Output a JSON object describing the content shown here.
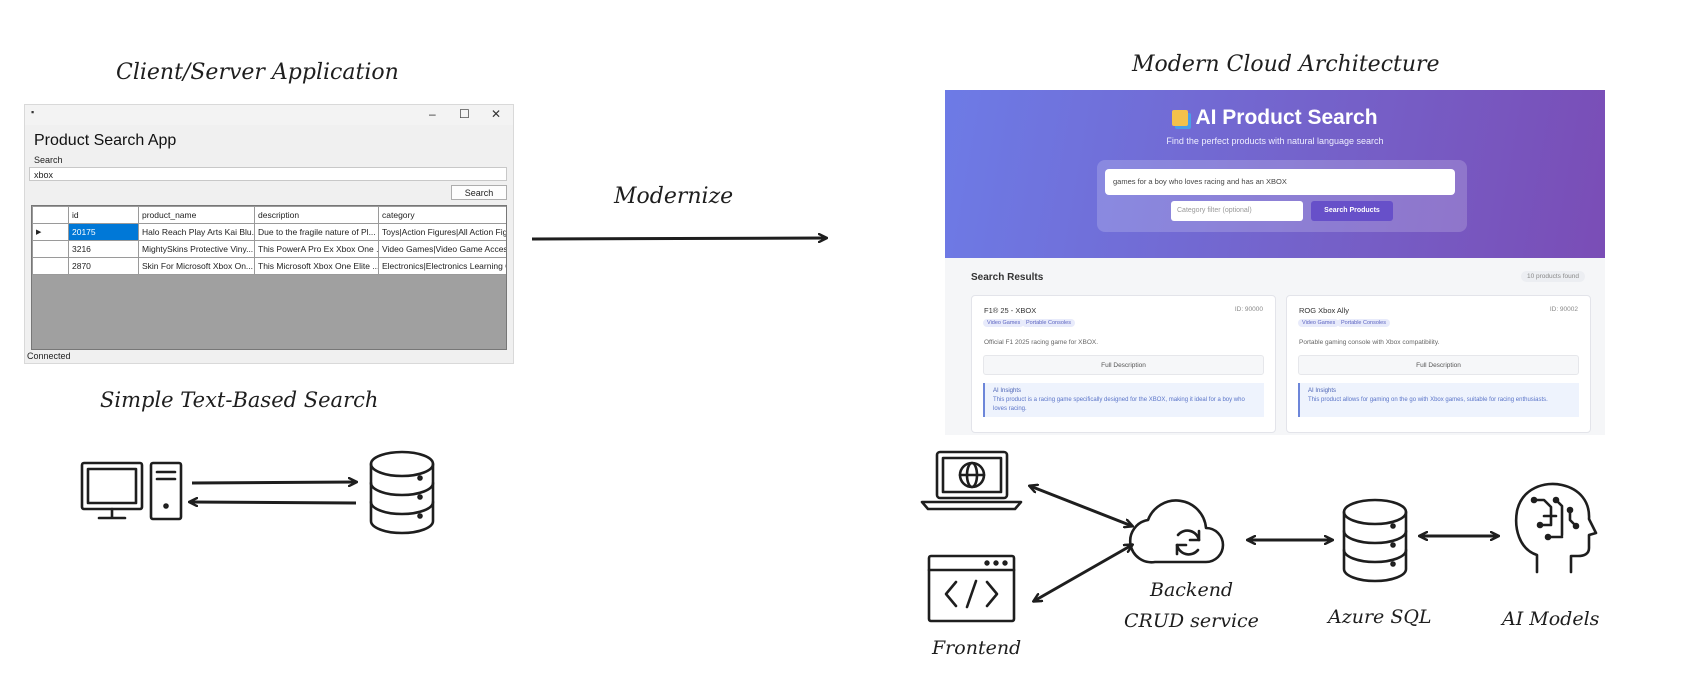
{
  "left": {
    "title": "Client/Server Application",
    "subtitle": "Simple Text-Based Search",
    "app": {
      "window_controls": [
        "–",
        "☐",
        "✕"
      ],
      "title": "Product Search App",
      "search_label": "Search",
      "search_value": "xbox",
      "search_button": "Search",
      "columns": [
        "id",
        "product_name",
        "description",
        "category"
      ],
      "rows": [
        {
          "id": "20175",
          "product_name": "Halo Reach Play Arts Kai Blu...",
          "description": "Due to the fragile nature of Pl...",
          "category": "Toys|Action Figures|All Action Figu"
        },
        {
          "id": "3216",
          "product_name": "MightySkins Protective Viny...",
          "description": "This PowerA Pro Ex Xbox One ...",
          "category": "Video Games|Video Game Accesso"
        },
        {
          "id": "2870",
          "product_name": "Skin For Microsoft Xbox On...",
          "description": "This Microsoft Xbox One Elite ...",
          "category": "Electronics|Electronics Learning Co"
        }
      ],
      "status": "Connected"
    },
    "icons": [
      "desktop-computer-icon",
      "database-icon"
    ]
  },
  "arrow_label": "Modernize",
  "right": {
    "title": "Modern Cloud Architecture",
    "app": {
      "title": "AI Product Search",
      "subtitle": "Find the perfect products with natural language search",
      "query": "games for a boy who loves racing and has an XBOX",
      "category_placeholder": "Category filter (optional)",
      "search_button": "Search Products",
      "results_title": "Search Results",
      "results_count": "10 products found",
      "cards": [
        {
          "name": "F1® 25 - XBOX",
          "id": "ID: 90000",
          "tags": [
            "Video Games",
            "Portable Consoles"
          ],
          "description": "Official F1 2025 racing game for XBOX.",
          "full_description": "Full Description",
          "ai_title": "AI Insights",
          "ai_text": "This product is a racing game specifically designed for the XBOX, making it ideal for a boy who loves racing."
        },
        {
          "name": "ROG Xbox Ally",
          "id": "ID: 90002",
          "tags": [
            "Video Games",
            "Portable Consoles"
          ],
          "description": "Portable gaming console with Xbox compatibility.",
          "full_description": "Full Description",
          "ai_title": "AI Insights",
          "ai_text": "This product allows for gaming on the go with Xbox games, suitable for racing enthusiasts."
        }
      ]
    },
    "nodes": {
      "backend": [
        "Backend",
        "CRUD service"
      ],
      "database": "Azure SQL",
      "ai": "AI Models",
      "frontend": "Frontend"
    }
  }
}
